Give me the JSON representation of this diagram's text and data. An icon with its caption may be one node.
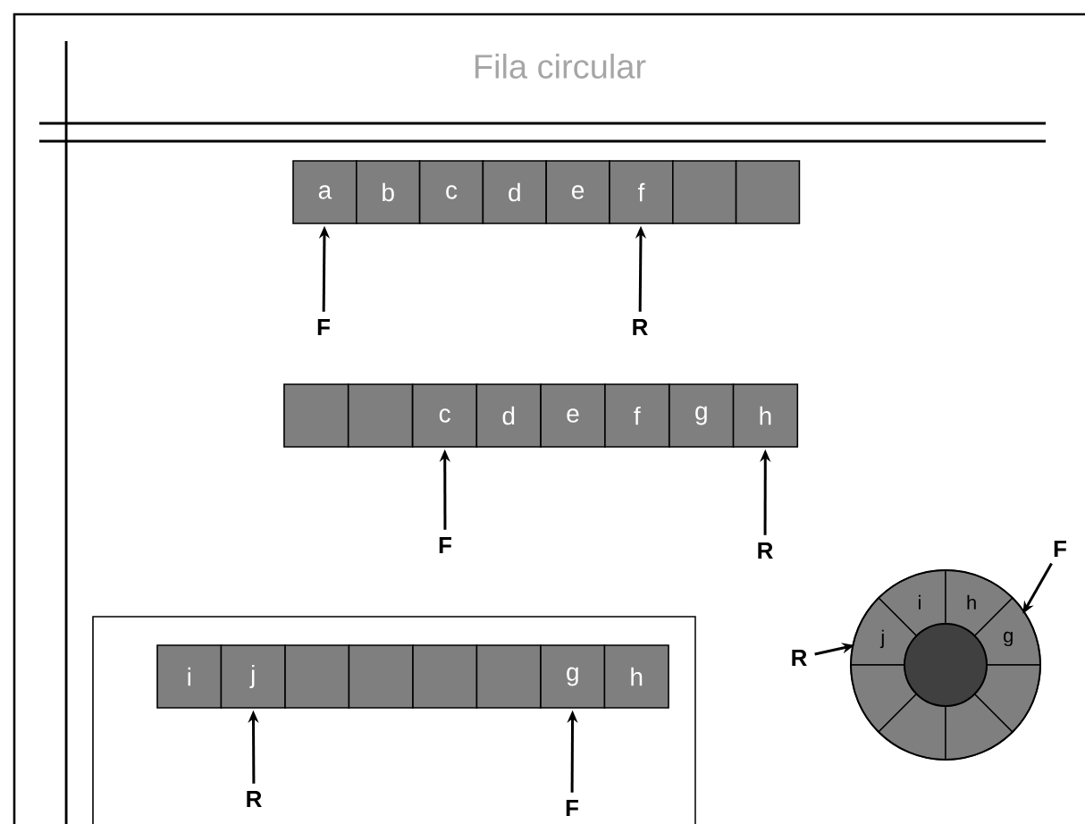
{
  "diagram": {
    "title": "Fila circular",
    "nodes": [
      {
        "text": [
          "a"
        ]
      },
      {
        "text": [
          "b"
        ]
      },
      {
        "text": [
          "c"
        ]
      },
      {
        "text": [
          "d"
        ]
      },
      {
        "text": [
          "e"
        ]
      },
      {
        "text": [
          "f"
        ]
      },
      {
        "text": [],
        "shape": "box"
      },
      {
        "text": [],
        "shape": "box"
      },
      {
        "text": [
          "F"
        ]
      },
      {
        "text": [
          "R"
        ]
      },
      {
        "text": [],
        "shape": "box"
      },
      {
        "text": [],
        "shape": "box"
      },
      {
        "text": [
          "c"
        ]
      },
      {
        "text": [
          "d"
        ]
      },
      {
        "text": [
          "e"
        ]
      },
      {
        "text": [
          "f"
        ]
      },
      {
        "text": [
          "g"
        ]
      },
      {
        "text": [
          "h"
        ]
      },
      {
        "text": [
          "F"
        ]
      },
      {
        "text": [
          "R"
        ]
      },
      {
        "text": [],
        "shape": "box"
      },
      {
        "text": [
          "i"
        ],
        "in": 20
      },
      {
        "text": [
          "j"
        ],
        "in": 20
      },
      {
        "text": [],
        "shape": "box",
        "in": 20
      },
      {
        "text": [],
        "shape": "box",
        "in": 20
      },
      {
        "text": [],
        "shape": "box",
        "in": 20
      },
      {
        "text": [],
        "shape": "box",
        "in": 20
      },
      {
        "text": [
          "g"
        ],
        "in": 20
      },
      {
        "text": [
          "h"
        ],
        "in": 20
      },
      {
        "text": [
          "R"
        ],
        "in": 20
      },
      {
        "text": [
          "F"
        ],
        "in": 20
      },
      {
        "text": [
          "i"
        ]
      },
      {
        "text": [
          "h"
        ]
      },
      {
        "text": [
          "j"
        ]
      },
      {
        "text": [
          "g"
        ]
      },
      {
        "text": [],
        "shape": "sector"
      },
      {
        "text": [],
        "shape": "sector"
      },
      {
        "text": [],
        "shape": "sector"
      },
      {
        "text": [],
        "shape": "sector"
      },
      {
        "text": [
          "R"
        ]
      },
      {
        "text": [
          "F"
        ]
      }
    ],
    "edges": [
      {
        "from": 8,
        "to": 0,
        "arrow": "to"
      },
      {
        "from": 9,
        "to": 5,
        "arrow": "to"
      },
      {
        "from": 18,
        "to": 12,
        "arrow": "to"
      },
      {
        "from": 19,
        "to": 17,
        "arrow": "to"
      },
      {
        "from": 29,
        "to": 22,
        "arrow": "to"
      },
      {
        "from": 30,
        "to": 27,
        "arrow": "to"
      },
      {
        "from": 39,
        "to": 33,
        "arrow": "to"
      },
      {
        "from": 40,
        "to": 34,
        "arrow": "to"
      }
    ]
  }
}
